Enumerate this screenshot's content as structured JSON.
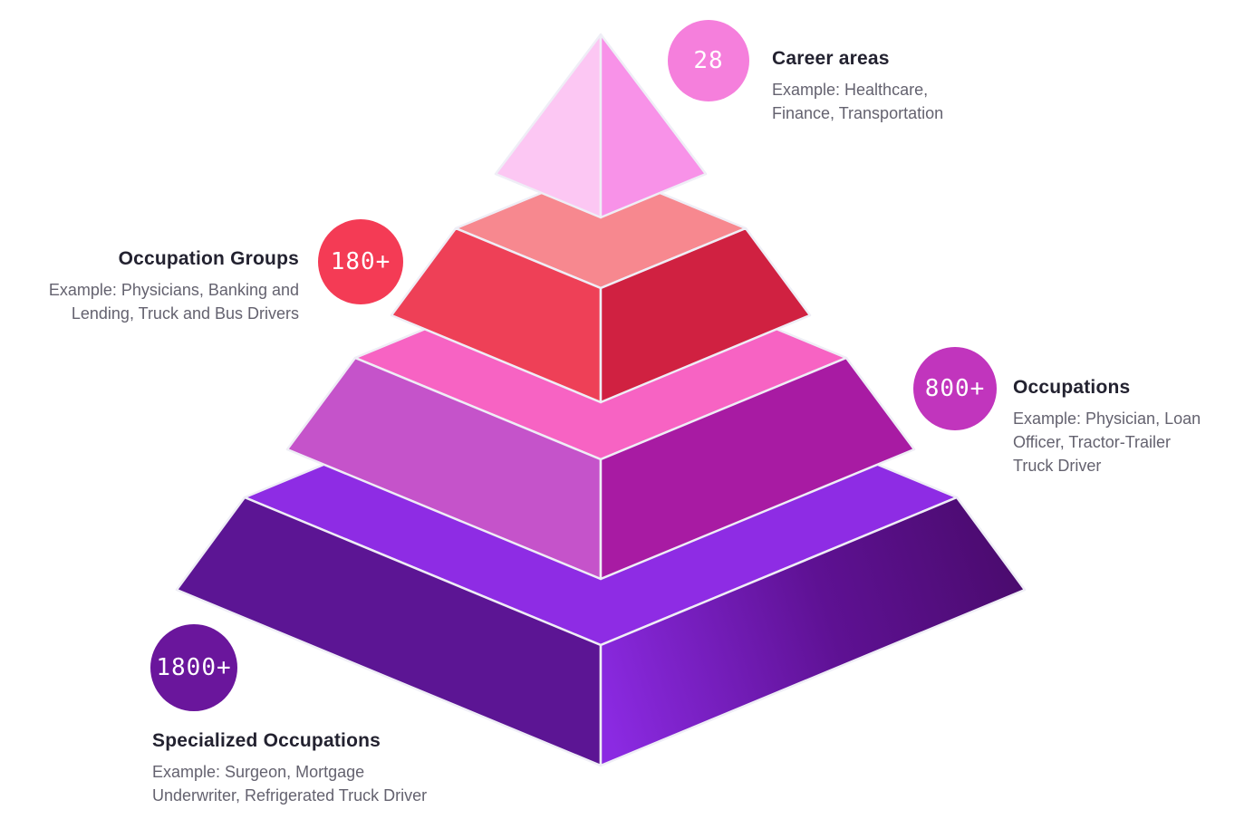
{
  "page": {
    "background": "#ffffff",
    "edge_color": "#efeef6"
  },
  "text_colors": {
    "title": "#232230",
    "example": "#64626f"
  },
  "levels": [
    {
      "badge": {
        "value": "28",
        "color": "#f57fdc"
      },
      "title": "Career areas",
      "example_lines": [
        "Example: Healthcare,",
        "Finance, Transportation"
      ],
      "faces": {
        "left": "#fcc7f3",
        "right": "#f892e8"
      }
    },
    {
      "badge": {
        "value": "180+",
        "color": "#f43b55"
      },
      "title": "Occupation Groups",
      "example_lines": [
        "Example: Physicians, Banking and",
        "Lending, Truck and Bus Drivers"
      ],
      "faces": {
        "top": "#f7888f",
        "left": "#ee4057",
        "right": "#d02141"
      }
    },
    {
      "badge": {
        "value": "800+",
        "color": "#c135bd"
      },
      "title": "Occupations",
      "example_lines": [
        "Example: Physician, Loan",
        "Officer, Tractor-Trailer",
        "Truck Driver"
      ],
      "faces": {
        "top": "#f763c3",
        "left": "#c553ca",
        "right": "#a81ba3"
      }
    },
    {
      "badge": {
        "value": "1800+",
        "color": "#6a169c"
      },
      "title": "Specialized Occupations",
      "example_lines": [
        "Example: Surgeon, Mortgage",
        "Underwriter, Refrigerated Truck Driver"
      ],
      "faces": {
        "top": "#8e2ce4",
        "left": "#5c1594",
        "right_gradient": [
          "#8b2ae2",
          "#5e1193",
          "#4a0b6d"
        ]
      }
    }
  ]
}
